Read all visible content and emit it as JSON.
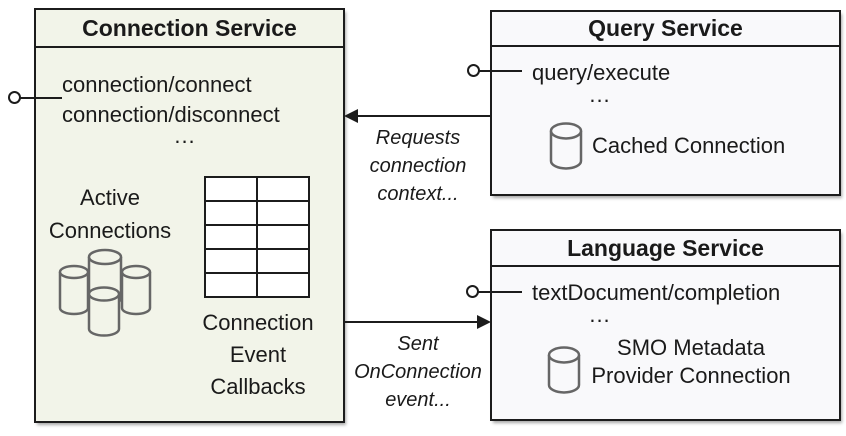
{
  "colors": {
    "connection_box_bg": "#f2f4e9",
    "service_box_bg": "#f9f9fb",
    "border": "#1c1c1c",
    "icon_stroke": "#666666"
  },
  "connection_service": {
    "title": "Connection Service",
    "method_1": "connection/connect",
    "method_2": "connection/disconnect",
    "ellipsis": "...",
    "active_connections": {
      "line1": "Active",
      "line2": "Connections"
    },
    "callbacks": {
      "line1": "Connection",
      "line2": "Event",
      "line3": "Callbacks"
    }
  },
  "query_service": {
    "title": "Query Service",
    "method_1": "query/execute",
    "ellipsis": "...",
    "cached_connection_label": "Cached Connection"
  },
  "language_service": {
    "title": "Language Service",
    "method_1": "textDocument/completion",
    "ellipsis": "...",
    "provider_connection": {
      "line1": "SMO Metadata",
      "line2": "Provider Connection"
    }
  },
  "edges": {
    "query_to_connection": {
      "line1": "Requests",
      "line2": "connection",
      "line3": "context..."
    },
    "connection_to_language": {
      "line1": "Sent",
      "line2": "OnConnection",
      "line3": "event..."
    }
  }
}
